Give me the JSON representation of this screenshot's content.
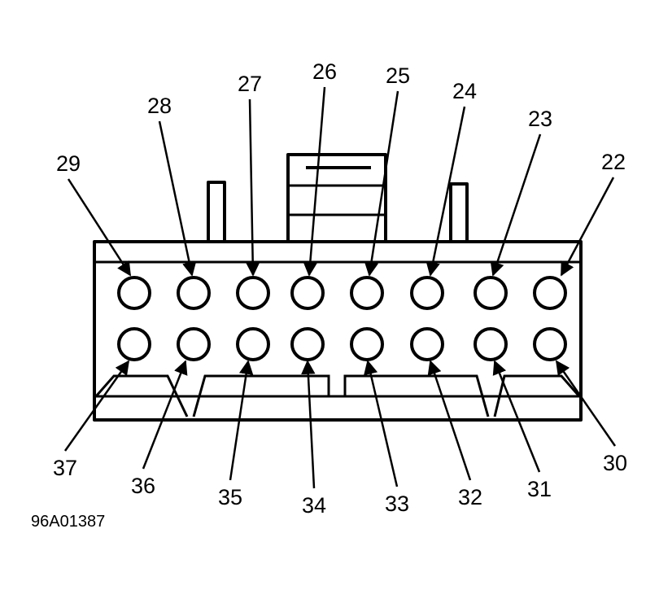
{
  "connector": {
    "top_row_pins": [
      "29",
      "28",
      "27",
      "26",
      "25",
      "24",
      "23",
      "22"
    ],
    "bottom_row_pins": [
      "37",
      "36",
      "35",
      "34",
      "33",
      "32",
      "31",
      "30"
    ]
  },
  "figure_id": "96A01387",
  "colors": {
    "line": "#000000",
    "background": "#ffffff"
  }
}
